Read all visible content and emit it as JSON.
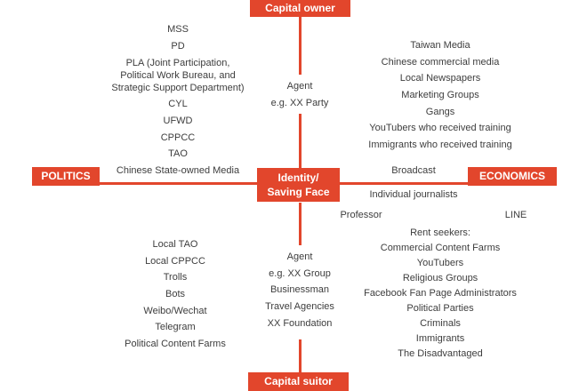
{
  "axes": {
    "top": "Capital owner",
    "bottom": "Capital suitor",
    "left": "POLITICS",
    "right": "ECONOMICS",
    "center": [
      "Identity/",
      "Saving Face"
    ]
  },
  "top_center": {
    "agent": "Agent",
    "example": "e.g. XX Party"
  },
  "bottom_center": [
    "Agent",
    "e.g. XX Group",
    "Businessman",
    "Travel Agencies",
    "XX Foundation"
  ],
  "top_left": {
    "items_before": [
      "MSS",
      "PD"
    ],
    "pla": [
      "PLA (Joint Participation,",
      "Political Work Bureau, and",
      "Strategic Support Department)"
    ],
    "items_after": [
      "CYL",
      "UFWD",
      "CPPCC",
      "TAO"
    ],
    "last": "Chinese State-owned Media"
  },
  "top_right": [
    "Taiwan Media",
    "Chinese commercial media",
    "Local Newspapers",
    "Marketing Groups",
    "Gangs",
    "YouTubers who received training",
    "Immigrants who received training"
  ],
  "broadcast": "Broadcast",
  "individual_journalists": "Individual journalists",
  "professor": "Professor",
  "line_app": "LINE",
  "bottom_left": [
    "Local TAO",
    "Local CPPCC",
    "Trolls",
    "Bots",
    "Weibo/Wechat",
    "Telegram",
    "Political Content Farms"
  ],
  "bottom_right": [
    "Rent seekers:",
    "Commercial Content Farms",
    "YouTubers",
    "Religious Groups",
    "Facebook Fan Page Administrators",
    "Political Parties",
    "Criminals",
    "Immigrants",
    "The Disadvantaged"
  ],
  "colors": {
    "accent": "#e2462c",
    "text": "#3d3d3d"
  }
}
